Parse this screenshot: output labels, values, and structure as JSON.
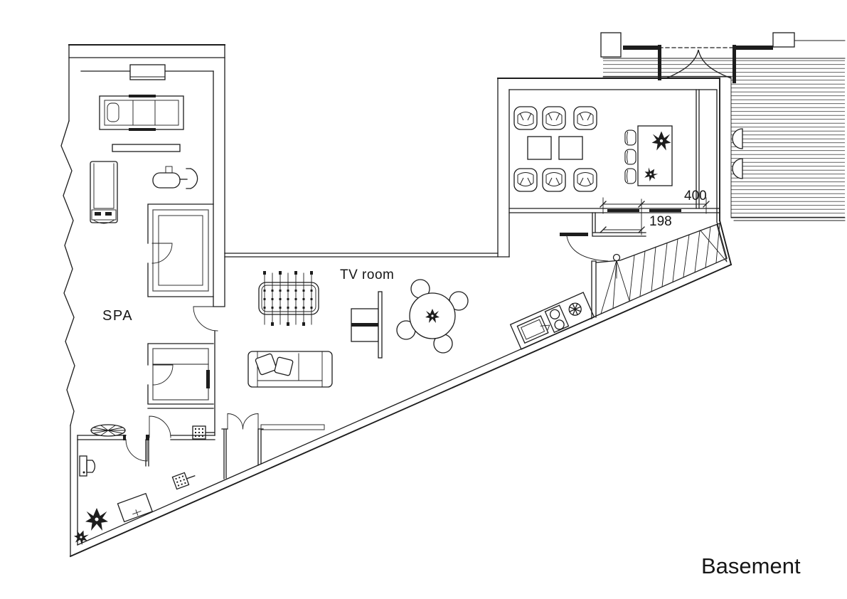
{
  "title": "Basement",
  "labels": {
    "spa": "SPA",
    "tv_room": "TV room"
  },
  "dimensions": {
    "window_total": "400",
    "window_segment": "198"
  },
  "colors": {
    "line": "#1d1d1d",
    "background": "#ffffff"
  }
}
